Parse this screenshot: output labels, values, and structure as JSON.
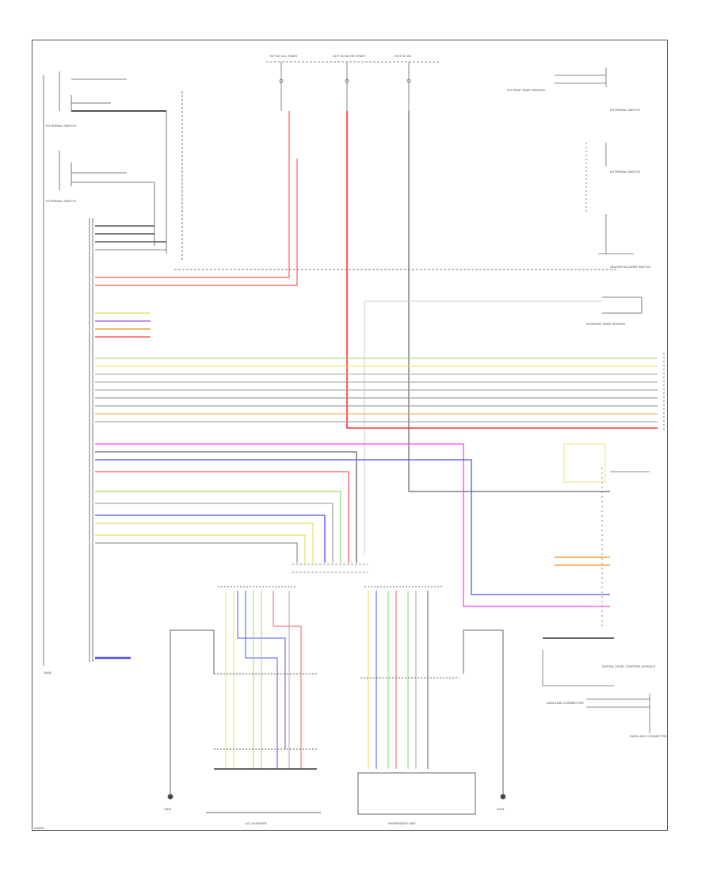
{
  "fuses": [
    {
      "label": "HOT AT ALL TIMES"
    },
    {
      "label": "HOT IN ON OR START"
    },
    {
      "label": "HOT IN ON"
    }
  ],
  "components_left": [
    {
      "label": "EXTERNAL SWITCH"
    },
    {
      "label": "EXTERNAL SWITCH"
    }
  ],
  "components_right": [
    {
      "label": "OUTSIDE TEMP SENSOR"
    },
    {
      "label": "EXTERNAL SWITCH"
    },
    {
      "label": "EXTERNAL SWITCH"
    },
    {
      "label": "HEATER BLOWER SWITCH"
    },
    {
      "label": "INTERIOR TEMP SENSOR"
    },
    {
      "label": "DIGITAL LEVEL CONTROL MODULE"
    },
    {
      "label": "DATA LINK CONNECTOR"
    },
    {
      "label": "DATA LINK CONNECTOR"
    }
  ],
  "ground_labels": [
    "G401",
    "G401"
  ],
  "bottom_labels": {
    "left_module": "AC CHARGER",
    "right_module": "PASSENGER UNIT",
    "corner": "W0000",
    "left_margin": "G000"
  },
  "colors": {
    "red": "#ff5c5c",
    "pink": "#ff44ee",
    "green": "#8fdc6a",
    "yellow": "#e8e060",
    "blue": "#5050ff",
    "gray": "#9a9a9a",
    "black": "#333333",
    "orange": "#f0a040",
    "purple": "#b070e0"
  }
}
